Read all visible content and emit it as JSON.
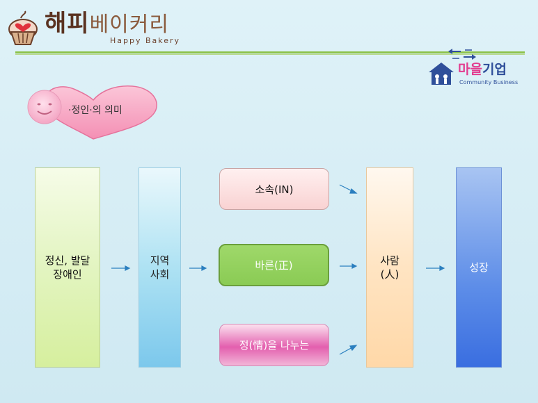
{
  "header": {
    "logo_title_part1": "해피",
    "logo_title_part2": "베이커리",
    "logo_subtitle": "Happy Bakery",
    "partner_logo_title_part1": "마을",
    "partner_logo_title_part2": "기업",
    "partner_logo_subtitle": "Community Business"
  },
  "badge": {
    "label": "·정인·의 의미"
  },
  "diagram": {
    "source_line1": "정신, 발달",
    "source_line2": "장애인",
    "community_line1": "지역",
    "community_line2": "사회",
    "meaning_1": "소속(IN)",
    "meaning_2": "바른(正)",
    "meaning_3": "정(情)을 나누는",
    "person_line1": "사람",
    "person_line2": "(人)",
    "result": "성장"
  },
  "colors": {
    "header_line": "#8cc24a",
    "heart": "#f7a8c4",
    "arrow": "#2b7fbf"
  }
}
